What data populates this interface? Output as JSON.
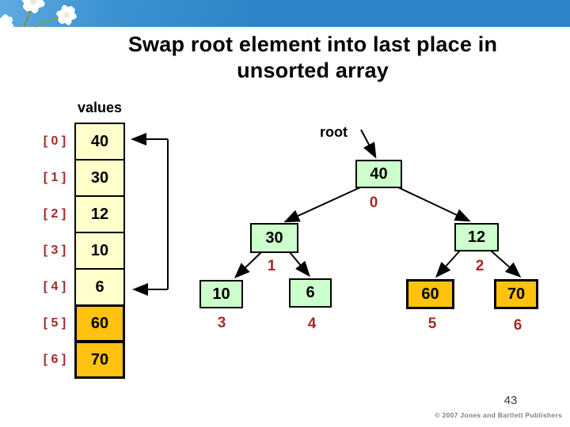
{
  "slide": {
    "title_line1": "Swap root element into last place in",
    "title_line2": "unsorted array",
    "page_number": "43",
    "copyright": "© 2007 Jones and Bartlett Publishers"
  },
  "colors": {
    "banner_blue": "#2E86C8",
    "heap_fill": "#FFFFCC",
    "sorted_fill": "#FFC20E",
    "node_green": "#CCFFCC",
    "index_red": "#A52A2A"
  },
  "array": {
    "label": "values",
    "rows": [
      {
        "index_label": "[ 0 ]",
        "value": "40",
        "state": "heap"
      },
      {
        "index_label": "[ 1 ]",
        "value": "30",
        "state": "heap"
      },
      {
        "index_label": "[ 2 ]",
        "value": "12",
        "state": "heap"
      },
      {
        "index_label": "[ 3 ]",
        "value": "10",
        "state": "heap"
      },
      {
        "index_label": "[ 4 ]",
        "value": "6",
        "state": "heap"
      },
      {
        "index_label": "[ 5 ]",
        "value": "60",
        "state": "sorted"
      },
      {
        "index_label": "[ 6 ]",
        "value": "70",
        "state": "sorted"
      }
    ],
    "swap_arrow": {
      "between_rows": [
        "[ 0 ]",
        "[ 4 ]"
      ]
    }
  },
  "tree": {
    "root_label": "root",
    "nodes": [
      {
        "value": "40",
        "index": "0",
        "state": "heap"
      },
      {
        "value": "30",
        "index": "1",
        "state": "heap"
      },
      {
        "value": "12",
        "index": "2",
        "state": "heap"
      },
      {
        "value": "10",
        "index": "3",
        "state": "heap"
      },
      {
        "value": "6",
        "index": "4",
        "state": "heap"
      },
      {
        "value": "60",
        "index": "5",
        "state": "sorted"
      },
      {
        "value": "70",
        "index": "6",
        "state": "sorted"
      }
    ],
    "edges": [
      [
        "40",
        "30"
      ],
      [
        "40",
        "12"
      ],
      [
        "30",
        "10"
      ],
      [
        "30",
        "6"
      ],
      [
        "12",
        "60"
      ],
      [
        "12",
        "70"
      ]
    ]
  }
}
